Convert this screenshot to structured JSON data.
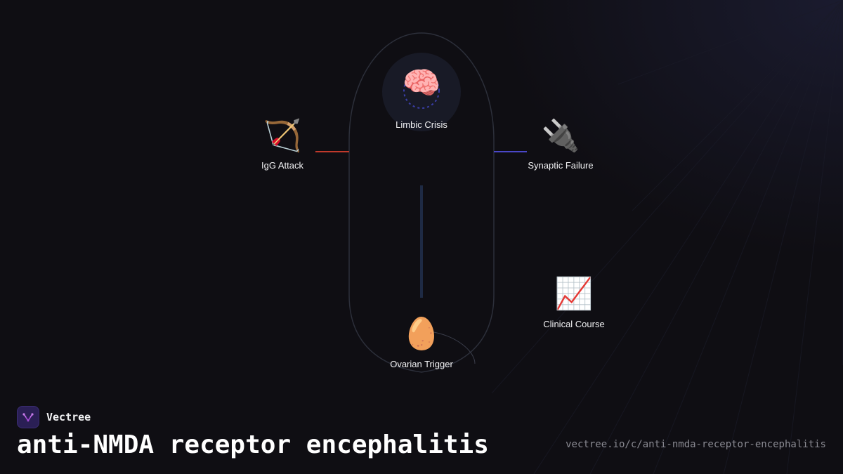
{
  "diagram": {
    "nodes": {
      "center": {
        "label": "Limbic Crisis",
        "icon": "brain-icon",
        "glyph": "🧠"
      },
      "left": {
        "label": "IgG Attack",
        "icon": "bow-and-arrow-icon",
        "glyph": "🏹"
      },
      "right": {
        "label": "Synaptic Failure",
        "icon": "electric-plug-icon",
        "glyph": "🔌"
      },
      "bottom": {
        "label": "Ovarian Trigger",
        "icon": "egg-icon",
        "glyph": "🥚"
      },
      "far_right": {
        "label": "Clinical Course",
        "icon": "chart-increasing-icon",
        "glyph": "📈"
      }
    },
    "colors": {
      "background": "#0f0e13",
      "outline": "#2c2f3a",
      "left_connector": "#c0392b",
      "right_connector": "#4a47c8",
      "center_glow": "#181a26",
      "dotted_ring": "#3b3fa8",
      "stem": "#1e2a44"
    }
  },
  "brand": {
    "name": "Vectree",
    "logo_icon": "vectree-logo-icon",
    "logo_color": "#a64bd6"
  },
  "page": {
    "title": "anti-NMDA receptor encephalitis",
    "url": "vectree.io/c/anti-nmda-receptor-encephalitis"
  }
}
